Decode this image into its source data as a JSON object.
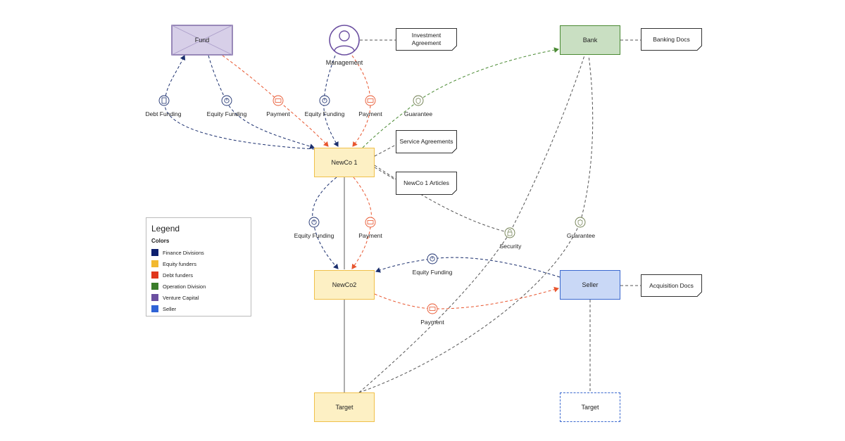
{
  "nodes": {
    "fund": "Fund",
    "management": "Management",
    "bank": "Bank",
    "newco1": "NewCo 1",
    "newco2": "NewCo2",
    "seller": "Seller",
    "target_left": "Target",
    "target_right": "Target"
  },
  "docs": {
    "investment_agreement": "Investment Agreement",
    "banking_docs": "Banking Docs",
    "service_agreements": "Service Agreements",
    "newco1_articles": "NewCo 1 Articles",
    "acquisition_docs": "Acquisition Docs"
  },
  "edge_labels": {
    "debt_funding": "Debt Funding",
    "equity_funding_fund": "Equity Funding",
    "payment_fund": "Payment",
    "equity_funding_mgmt": "Equity Funding",
    "payment_mgmt": "Payment",
    "guarantee_bank": "Guarantee",
    "equity_funding_newco2": "Equity Funding",
    "payment_newco2": "Payment",
    "security": "Security",
    "guarantee_seller": "Guarantee",
    "equity_funding_seller": "Equity Funding",
    "payment_seller": "Payment"
  },
  "legend": {
    "title": "Legend",
    "subtitle": "Colors",
    "items": [
      {
        "label": "Finance Divisions",
        "color": "#0d1f6e"
      },
      {
        "label": "Equity funders",
        "color": "#f2b92f"
      },
      {
        "label": "Debt funders",
        "color": "#e0361c"
      },
      {
        "label": "Operation Division",
        "color": "#3a7d2a"
      },
      {
        "label": "Venture Capital",
        "color": "#6b4fa0"
      },
      {
        "label": "Seller",
        "color": "#2f63d6"
      }
    ]
  },
  "colors": {
    "finance": "#1b2f6e",
    "debt": "#e8562f",
    "operation": "#4a8a33",
    "grey": "#555555",
    "fund_fill": "#d7cfe8",
    "fund_border": "#7e6aa6",
    "bank_fill": "#c9dfc2",
    "bank_border": "#4a8a33",
    "equity_fill": "#fdf0c4",
    "equity_border": "#f0c04a",
    "seller_fill": "#c9d8f6",
    "seller_border": "#3a68cf"
  }
}
